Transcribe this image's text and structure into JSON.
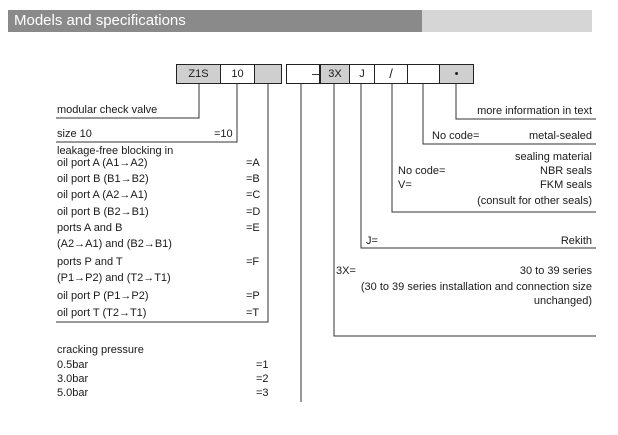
{
  "header": {
    "title": "Models and specifications"
  },
  "code_boxes": [
    {
      "id": "z1s",
      "text": "Z1S"
    },
    {
      "id": "size",
      "text": "10"
    },
    {
      "id": "blocking",
      "text": ""
    },
    {
      "id": "pressure",
      "text": ""
    },
    {
      "id": "dash",
      "text": "–"
    },
    {
      "id": "series",
      "text": "3X"
    },
    {
      "id": "brand",
      "text": "J"
    },
    {
      "id": "slash",
      "text": "/"
    },
    {
      "id": "seal",
      "text": ""
    },
    {
      "id": "more",
      "text": "•"
    }
  ],
  "labels": {
    "check_valve": "modular check valve",
    "size_label": "size 10",
    "size_code": "=10",
    "blocking_title_1": "leakage-free blocking in",
    "more_info": "more information in text",
    "no_code_1": "No code=",
    "metal_sealed": "metal-sealed",
    "sealing_material": "sealing material",
    "no_code_2": "No code=",
    "nbr_seals": "NBR seals",
    "v_eq": "V=",
    "fkm_seals": "FKM seals",
    "consult": "(consult for other seals)",
    "j_eq": "J=",
    "rekith": "Rekith",
    "x3_eq": "3X=",
    "series_range": "30 to 39 series",
    "series_note_1": "(30 to 39 series installation and connection size",
    "series_note_2": "unchanged)",
    "cracking_title": "cracking pressure"
  },
  "blocking_options": [
    {
      "label": "oil port A (A1→A2)",
      "code": "=A"
    },
    {
      "label": "oil port B (B1→B2)",
      "code": "=B"
    },
    {
      "label": "oil port A (A2→A1)",
      "code": "=C"
    },
    {
      "label": "oil port B (B2→B1)",
      "code": "=D"
    },
    {
      "label": "ports A and B",
      "code": "=E"
    },
    {
      "label": "(A2→A1) and (B2→B1)",
      "code": ""
    },
    {
      "label": "ports P and T",
      "code": "=F"
    },
    {
      "label": "(P1→P2) and (T2→T1)",
      "code": ""
    },
    {
      "label": "oil port P (P1→P2)",
      "code": "=P"
    },
    {
      "label": "oil port T (T2→T1)",
      "code": "=T"
    }
  ],
  "pressure_options": [
    {
      "label": "0.5bar",
      "code": "=1"
    },
    {
      "label": "3.0bar",
      "code": "=2"
    },
    {
      "label": "5.0bar",
      "code": "=3"
    }
  ]
}
